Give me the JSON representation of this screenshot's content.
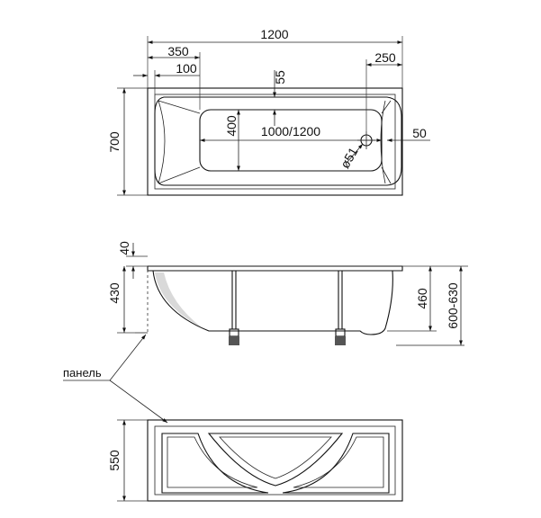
{
  "top_view": {
    "overall_length": "1200",
    "offset_350": "350",
    "offset_100": "100",
    "drain_offset": "55",
    "overflow_offset": "250",
    "inner_length": "1000/1200",
    "inner_width": "400",
    "outer_width": "700",
    "overflow_diameter": "ø51",
    "edge_50": "50"
  },
  "side_view": {
    "rim_height": "40",
    "panel_height": "430",
    "tub_depth": "460",
    "total_height": "600-630"
  },
  "panel_label": "панель",
  "panel_view": {
    "panel_height": "550"
  }
}
